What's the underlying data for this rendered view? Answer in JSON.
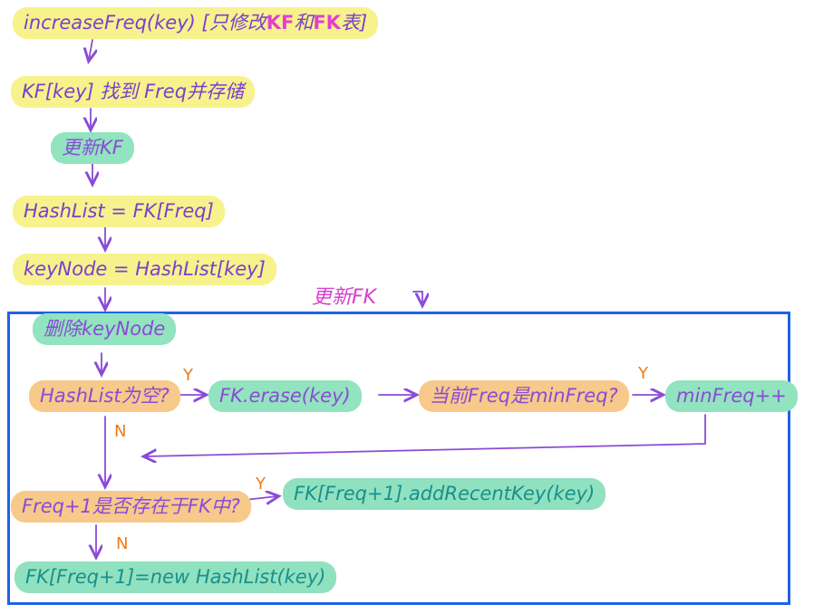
{
  "nodes": {
    "increase_freq": {
      "pre": "increaseFreq(key) [只修改",
      "kf": "KF",
      "mid": "和",
      "fk": "FK",
      "post": "表]"
    },
    "kf_lookup": "KF[key] 找到 Freq并存储",
    "update_kf": "更新KF",
    "hashlist_assign": "HashList = FK[Freq]",
    "keynode_assign": "keyNode = HashList[key]",
    "delete_keynode": "删除keyNode",
    "hashlist_empty": "HashList为空?",
    "fk_erase": "FK.erase(key)",
    "current_is_min": "当前Freq是minFreq?",
    "minfreq_inc": "minFreq++",
    "freq_plus_exists": "Freq+1是否存在于FK中?",
    "fk_add_recent": "FK[Freq+1].addRecentKey(key)",
    "fk_new_hashlist": "FK[Freq+1]=new HashList(key)"
  },
  "section_title": "更新FK",
  "branch_labels": {
    "yes": "Y",
    "no": "N"
  },
  "colors": {
    "yellow_highlight": "#f7f28c",
    "green_highlight": "#92e3bf",
    "orange_highlight": "#f7c98a",
    "frame_blue": "#1e63e8",
    "arrow_purple": "#8a4bd6",
    "label_orange": "#f07a18",
    "kf_magenta": "#e23fd0"
  }
}
